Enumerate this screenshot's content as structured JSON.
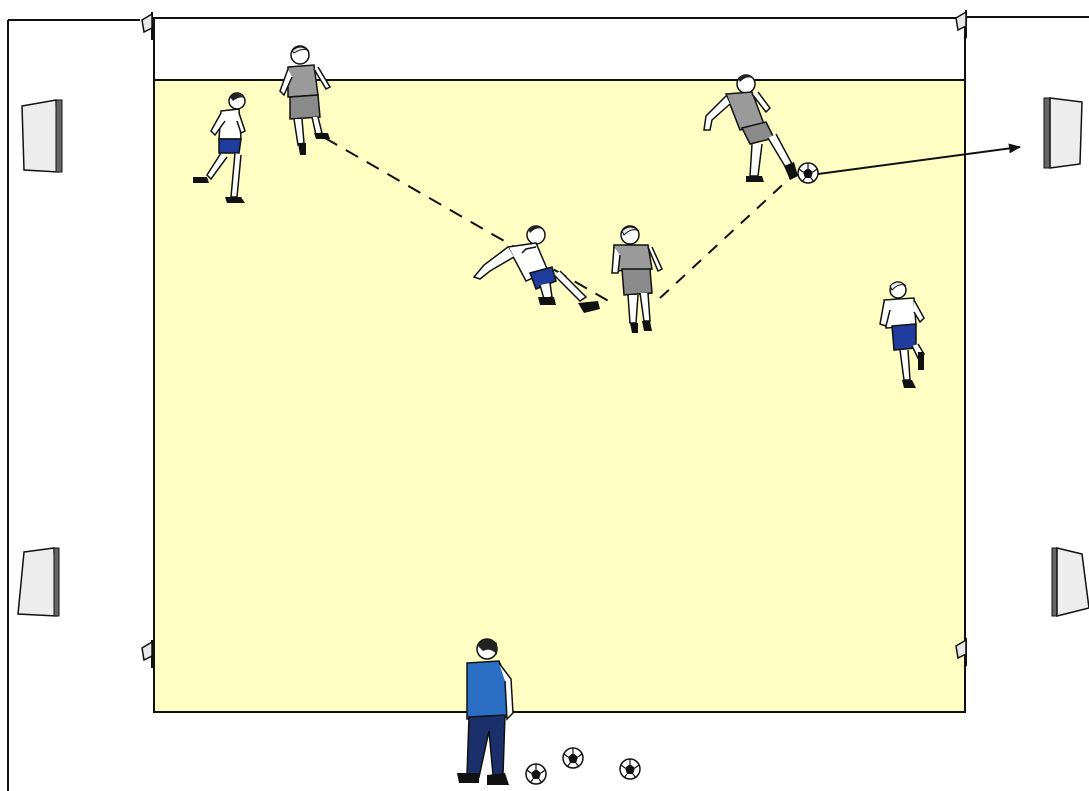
{
  "diagram": {
    "type": "soccer-drill",
    "colors": {
      "background": "#ffffff",
      "pitch_fill": "#ffffc4",
      "line": "#111111",
      "team_white_shirt": "#ffffff",
      "team_white_shorts": "#1f3c9e",
      "team_gray_shirt": "#9a9a9a",
      "team_gray_shorts": "#8a8a8a",
      "coach_vest": "#2a6fc4",
      "coach_trousers": "#1b2f6b",
      "skin": "#ffffff",
      "hair_dark": "#222222",
      "hair_light": "#e8e8e8"
    },
    "icons": [
      "flag-icon",
      "goal-icon",
      "player-icon",
      "ball-icon",
      "coach-icon"
    ],
    "players": [
      {
        "team": "white",
        "pose": "running-left"
      },
      {
        "team": "gray",
        "pose": "standing"
      },
      {
        "team": "gray",
        "pose": "shooting"
      },
      {
        "team": "white",
        "pose": "sliding-tackle"
      },
      {
        "team": "gray",
        "pose": "standing-back"
      },
      {
        "team": "white",
        "pose": "running-back"
      }
    ],
    "balls_count_on_ground": 3,
    "passes": [
      {
        "style": "dashed",
        "meaning": "pass-route"
      },
      {
        "style": "dashed",
        "meaning": "pass-route"
      },
      {
        "style": "solid-arrow",
        "meaning": "shot-to-goal"
      }
    ]
  }
}
